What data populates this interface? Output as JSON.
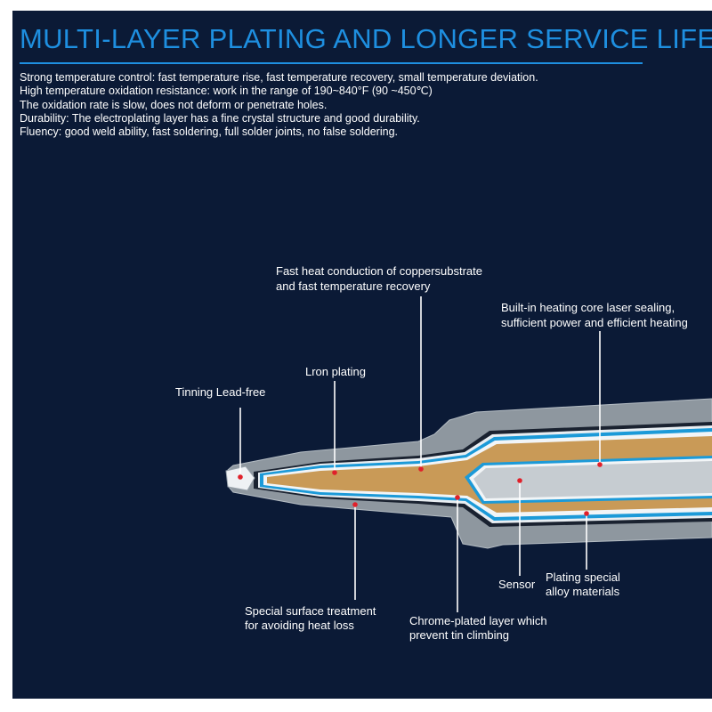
{
  "title": "MULTI-LAYER PLATING AND LONGER SERVICE LIFE",
  "description": [
    "Strong temperature control: fast temperature rise, fast temperature recovery, small temperature deviation.",
    "High temperature oxidation resistance: work in the range of 190~840°F (90 ~450℃)",
    "The oxidation rate is slow, does not deform or penetrate holes.",
    "Durability: The electroplating layer has a fine crystal structure and good durability.",
    "Fluency: good weld ability, fast soldering, full solder joints, no false soldering."
  ],
  "labels": {
    "copper": [
      "Fast heat conduction of coppersubstrate",
      "and fast temperature recovery"
    ],
    "heating": [
      "Built-in heating core laser sealing,",
      "sufficient power and efficient heating"
    ],
    "iron": [
      "Lron plating"
    ],
    "tinning": [
      "Tinning Lead-free"
    ],
    "surface": [
      "Special surface treatment",
      "for avoiding heat loss"
    ],
    "chrome": [
      "Chrome-plated layer which",
      "prevent tin climbing"
    ],
    "sensor": [
      "Sensor"
    ],
    "alloy": [
      "Plating special",
      "alloy materials"
    ]
  },
  "colors": {
    "background": "#0b1a36",
    "title": "#1e8fe0",
    "outer_shell": "#8e979f",
    "blue_layer": "#1c9ad8",
    "copper": "#c99a57",
    "core": "#c6ccd1",
    "marker": "#e0202a"
  }
}
